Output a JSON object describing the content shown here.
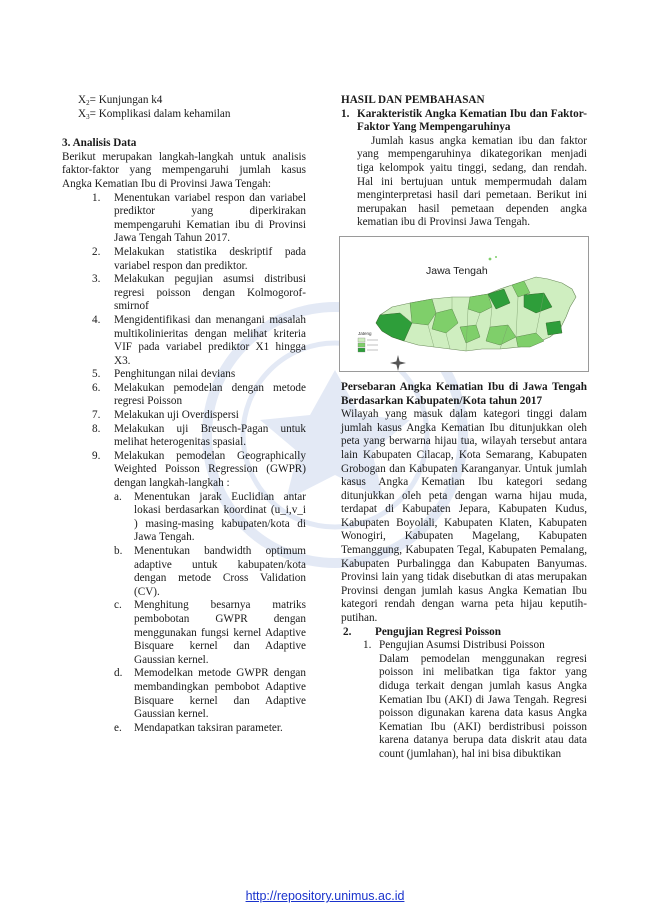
{
  "variables": [
    {
      "sym": "X",
      "sub": "2",
      "text": "= Kunjungan k4"
    },
    {
      "sym": "X",
      "sub": "3",
      "text": "= Komplikasi dalam kehamilan"
    }
  ],
  "section3": {
    "title": "3.  Analisis Data",
    "intro": "Berikut merupakan langkah-langkah untuk analisis faktor-faktor yang mempengaruhi jumlah kasus Angka Kematian Ibu di Provinsi Jawa Tengah:",
    "steps": [
      {
        "n": "1.",
        "text": "Menentukan variabel respon dan variabel prediktor yang diperkirakan mempengaruhi Kematian ibu di Provinsi Jawa Tengah Tahun 2017."
      },
      {
        "n": "2.",
        "text": "Melakukan statistika deskriptif pada variabel respon dan prediktor."
      },
      {
        "n": "3.",
        "text": "Melakukan pegujian asumsi distribusi regresi poisson dengan Kolmogorof-smirnof"
      },
      {
        "n": "4.",
        "text": "Mengidentifikasi dan menangani masalah multikolinieritas dengan melihat kriteria VIF pada variabel prediktor X1 hingga X3."
      },
      {
        "n": "5.",
        "text": "Penghitungan nilai devians"
      },
      {
        "n": "6.",
        "text": "Melakukan pemodelan dengan metode regresi Poisson"
      },
      {
        "n": "7.",
        "text": "Melakukan uji Overdispersi"
      },
      {
        "n": "8.",
        "text": " Melakukan uji Breusch-Pagan untuk melihat heterogenitas spasial."
      },
      {
        "n": "9.",
        "text": "Melakukan pemodelan Geographically Weighted Poisson Regression (GWPR) dengan langkah-langkah :"
      }
    ],
    "substeps": [
      {
        "n": "a.",
        "text": "Menentukan jarak Euclidian antar lokasi berdasarkan koordinat (u_i,v_i ) masing-masing kabupaten/kota di Jawa Tengah."
      },
      {
        "n": "b.",
        "text": "Menentukan bandwidth optimum adaptive untuk kabupaten/kota dengan metode Cross Validation (CV)."
      },
      {
        "n": "c.",
        "text": "Menghitung besarnya matriks pembobotan GWPR dengan menggunakan fungsi kernel Adaptive Bisquare kernel dan Adaptive Gaussian kernel."
      },
      {
        "n": "d.",
        "text": "Memodelkan metode GWPR dengan membandingkan pembobot Adaptive Bisquare kernel dan Adaptive Gaussian kernel."
      },
      {
        "n": "e.",
        "text": "Mendapatkan taksiran parameter."
      }
    ]
  },
  "results": {
    "title": "HASIL DAN PEMBAHASAN",
    "sub1_num": "1.",
    "sub1_title": "Karakteristik Angka Kematian Ibu dan Faktor-Faktor Yang Mempengaruhinya",
    "sub1_para": "Jumlah kasus angka kematian ibu dan faktor yang mempengaruhinya dikategorikan menjadi tiga kelompok yaitu tinggi, sedang, dan rendah. Hal ini bertujuan untuk mempermudah dalam menginterpretasi hasil dari pemetaan. Berikut ini merupakan hasil pemetaan dependen angka kematian ibu di Provinsi Jawa Tengah.",
    "map_label": "Jawa Tengah",
    "legend_title": "Jateng",
    "fig_title": "Persebaran Angka Kematian Ibu di Jawa Tengah Berdasarkan Kabupaten/Kota tahun 2017",
    "fig_para": "Wilayah yang masuk dalam kategori tinggi dalam jumlah kasus Angka Kematian Ibu ditunjukkan oleh peta yang berwarna hijau tua, wilayah tersebut antara lain Kabupaten Cilacap, Kota Semarang, Kabupaten Grobogan dan Kabupaten Karanganyar. Untuk jumlah kasus Angka Kematian Ibu kategori sedang ditunjukkan oleh peta dengan warna hijau muda, terdapat di Kabupaten Jepara, Kabupaten Kudus, Kabupaten Boyolali, Kabupaten Klaten, Kabupaten Wonogiri, Kabupaten Magelang, Kabupaten Temanggung, Kabupaten Tegal, Kabupaten Pemalang, Kabupaten Purbalingga dan Kabupaten Banyumas. Provinsi lain yang tidak disebutkan di atas merupakan Provinsi dengan jumlah kasus Angka Kematian Ibu kategori rendah dengan warna peta hijau keputih-putihan.",
    "sub2_num": "2.",
    "sub2_title": "Pengujian Regresi Poisson",
    "sub2_item_num": "1.",
    "sub2_item_title": "Pengujian Asumsi Distribusi Poisson",
    "sub2_para": "Dalam pemodelan menggunakan regresi poisson ini melibatkan tiga faktor yang diduga terkait dengan jumlah kasus Angka Kematian Ibu (AKI) di Jawa Tengah. Regresi poisson digunakan karena data kasus Angka Kematian Ibu (AKI) berdistribusi poisson karena datanya berupa data diskrit atau data count (jumlahan), hal ini bisa dibuktikan"
  },
  "footer": {
    "link": "http://repository.unimus.ac.id"
  },
  "colors": {
    "dark_green": "#2e9e3a",
    "mid_green": "#7fcf6a",
    "light_green": "#cfeec0",
    "link": "#1a33cc"
  }
}
